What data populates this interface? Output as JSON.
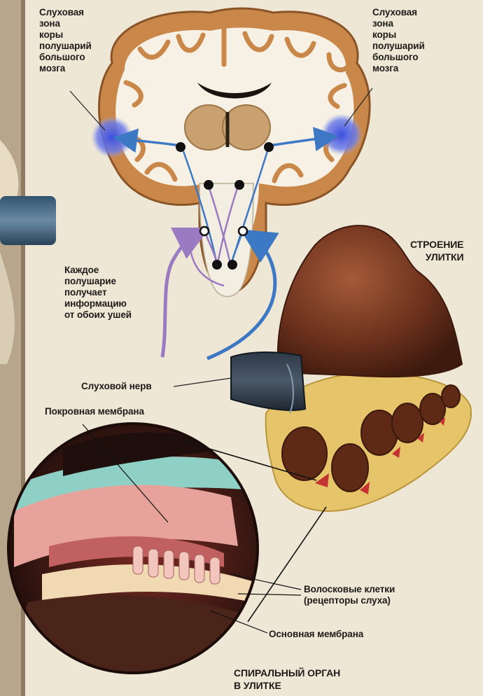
{
  "labels": {
    "auditory_cortex_left": [
      "Слуховая",
      "зона",
      "коры",
      "полушарий",
      "большого",
      "мозга"
    ],
    "auditory_cortex_right": [
      "Слуховая",
      "зона",
      "коры",
      "полушарий",
      "большого",
      "мозга"
    ],
    "cochlea_structure": [
      "СТРОЕНИЕ",
      "УЛИТКИ"
    ],
    "each_hemisphere": [
      "Каждое",
      "полушарие",
      "получает",
      "информацию",
      "от обоих ушей"
    ],
    "auditory_nerve": "Слуховой нерв",
    "tectorial_membrane": "Покровная мембрана",
    "hair_cells": [
      "Волосковые клетки",
      "(рецепторы слуха)"
    ],
    "basilar_membrane": "Основная мембрана",
    "spiral_organ": [
      "СПИРАЛЬНЫЙ ОРГАН",
      "В УЛИТКЕ"
    ]
  },
  "colors": {
    "background": "#efe7d6",
    "cortex": "#c98a4a",
    "white_matter": "#f6f1e4",
    "pathway_blue": "#3d78c4",
    "pathway_purple": "#9a7ac0",
    "auditory_zone": "#4a62d8",
    "cochlea_brown": "#6a321e",
    "cochlea_bone": "#e6c46a",
    "organ_pink": "#d4716a"
  }
}
